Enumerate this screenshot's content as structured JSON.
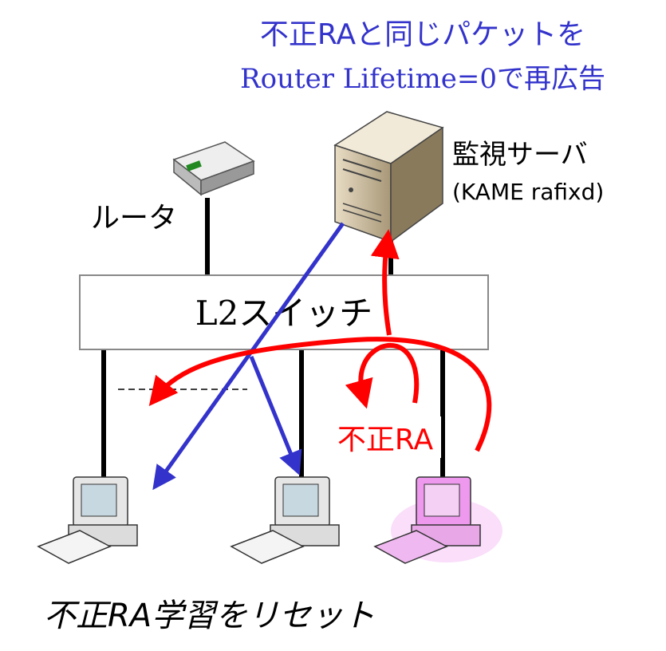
{
  "header": {
    "line1": "不正RAと同じパケットを",
    "line2": "Router Lifetime=0で再広告",
    "color": "#3333cc"
  },
  "router": {
    "label": "ルータ"
  },
  "server": {
    "label_line1": "監視サーバ",
    "label_line2": "(KAME rafixd)"
  },
  "switch": {
    "label": "L2スイッチ"
  },
  "rogue": {
    "label": "不正RA",
    "color": "#ff0000"
  },
  "footer": {
    "caption": "不正RA学習をリセット"
  },
  "colors": {
    "blue_arrow": "#3333cc",
    "red_arrow": "#ff0000",
    "line": "#000000",
    "rogue_pc": "#ee99ee"
  }
}
